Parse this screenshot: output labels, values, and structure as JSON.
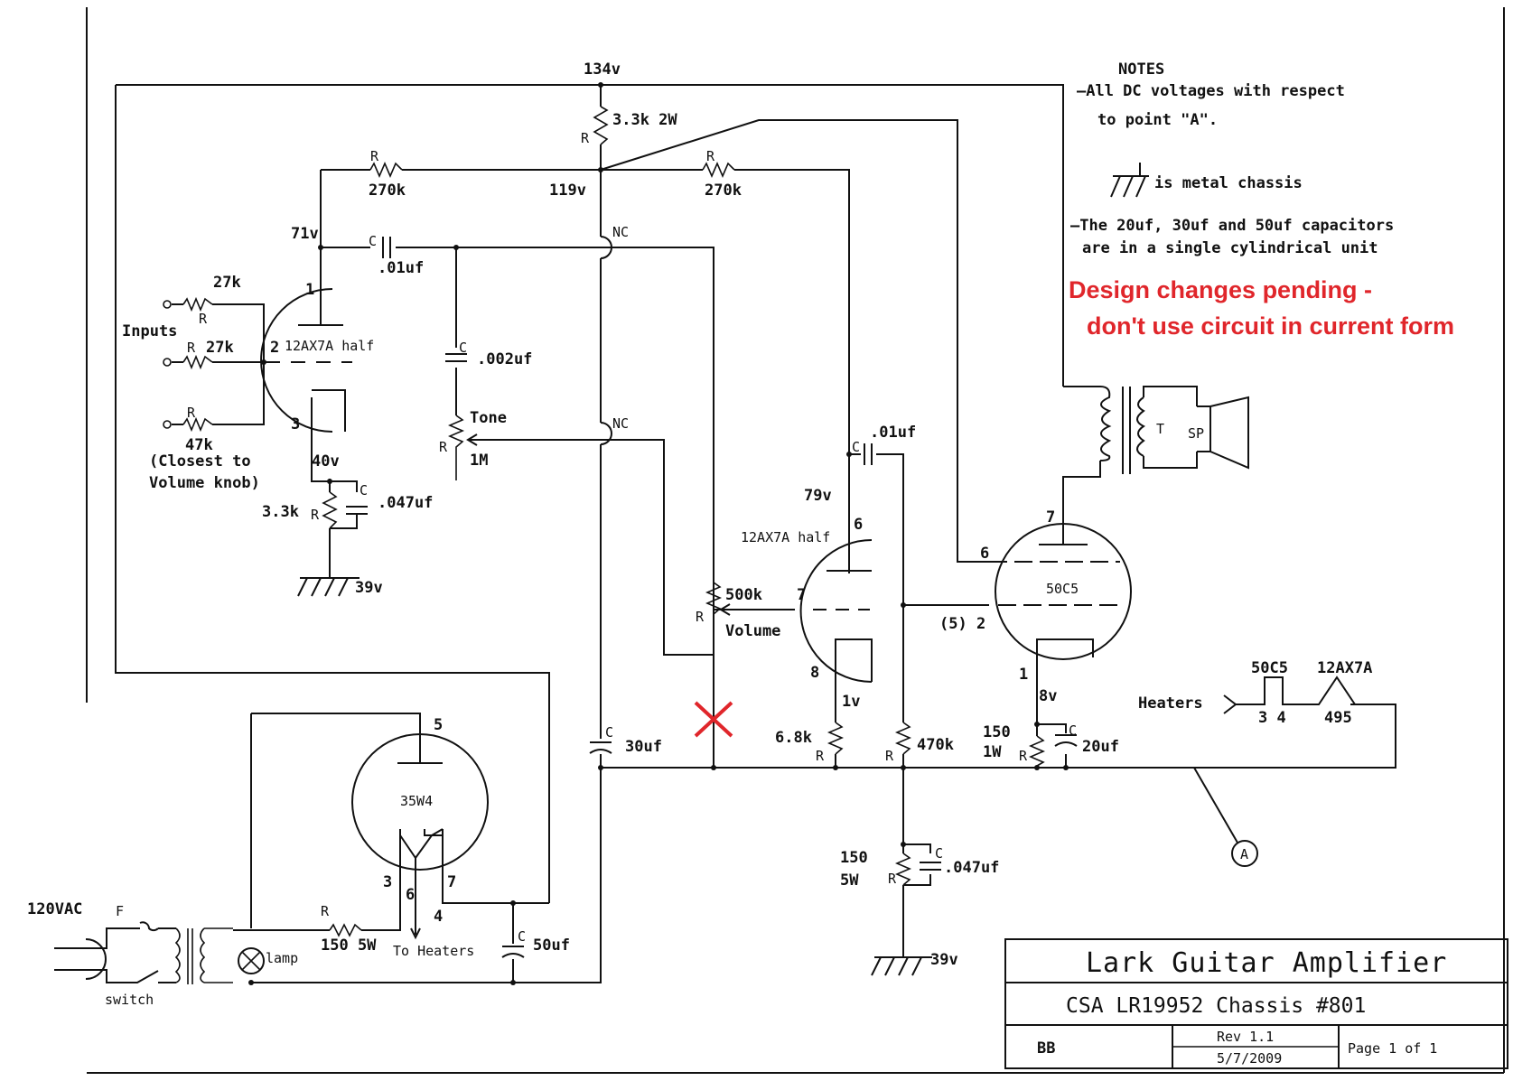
{
  "colors": {
    "ink": "#111111",
    "warning": "#e0262b"
  },
  "notes": {
    "heading": "NOTES",
    "line1": "—All DC voltages with respect",
    "line2": "to point \"A\".",
    "chassis": "is metal chassis",
    "cap1": "—The 20uf, 30uf and 50uf capacitors",
    "cap2": "are in a single cylindrical unit"
  },
  "warning": {
    "line1": "Design changes pending -",
    "line2": "don't use circuit in current form"
  },
  "title_block": {
    "title": "Lark Guitar Amplifier",
    "subtitle": "CSA LR19952  Chassis #801",
    "author": "BB",
    "rev": "Rev 1.1",
    "date": "5/7/2009",
    "page": "Page 1 of 1"
  },
  "labels": {
    "v134": "134v",
    "v119": "119v",
    "v71": "71v",
    "v40": "40v",
    "v39a": "39v",
    "v79": "79v",
    "v1": "1v",
    "v8": "8v",
    "v39b": "39v",
    "r33k2w": "3.3k 2W",
    "r270k_a": "270k",
    "r270k_b": "270k",
    "r27k_a": "27k",
    "r27k_b": "27k",
    "r47k": "47k",
    "closest1": "(Closest to",
    "closest2": "Volume knob)",
    "inputs": "Inputs",
    "r33k": "3.3k",
    "c047a": ".047uf",
    "c01a": ".01uf",
    "c002": ".002uf",
    "tone": "Tone",
    "p1m": "1M",
    "c01b": ".01uf",
    "p500k": "500k",
    "volume": "Volume",
    "tube1": "12AX7A half",
    "tube2": "12AX7A half",
    "tube3": "50C5",
    "tube4": "35W4",
    "c30": "30uf",
    "r68k": "6.8k",
    "r470k": "470k",
    "r150_1w_a": "150",
    "r150_1w_b": "1W",
    "c20": "20uf",
    "heaters": "Heaters",
    "h50c5": "50C5",
    "h12ax7a": "12AX7A",
    "hp34": "3  4",
    "hp495": "495",
    "r150_5w_a": "150",
    "r150_5w_b": "5W",
    "c047b": ".047uf",
    "ac": "120VAC",
    "fuse": "F",
    "switch": "switch",
    "lamp": "lamp",
    "r150_5w_c": "150 5W",
    "to_heaters": "To Heaters",
    "c50": "50uf",
    "nc1": "NC",
    "nc2": "NC",
    "pointA": "A",
    "sp": "SP",
    "tlabel": "T",
    "pin1": "1",
    "pin2": "2",
    "pin3": "3",
    "pin6": "6",
    "pin7": "7",
    "pin8": "8",
    "pin7b": "7",
    "pin6b": "6",
    "pin52": "(5) 2",
    "pin1b": "1",
    "pin5": "5",
    "pin3b": "3",
    "pin6c": "6",
    "pin7c": "7",
    "pin4": "4",
    "r": "R",
    "c": "C"
  }
}
